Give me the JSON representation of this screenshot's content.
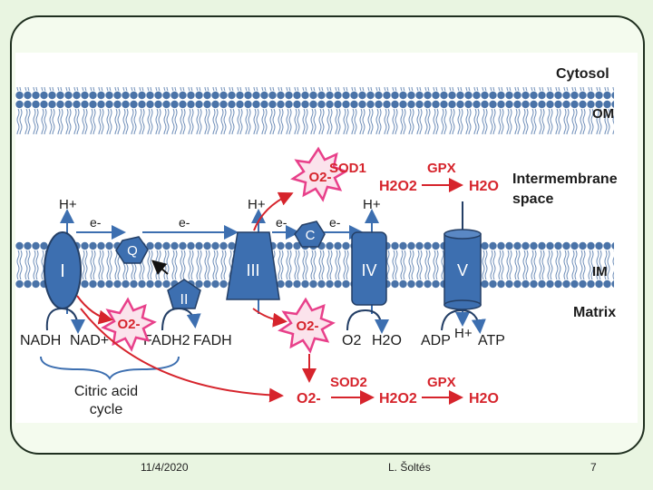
{
  "labels": {
    "cytosol": "Cytosol",
    "om": "OM",
    "im": "IM",
    "matrix": "Matrix",
    "intermembrane_line1": "Intermembrane",
    "intermembrane_line2": "space",
    "citric_line1": "Citric acid",
    "citric_line2": "cycle",
    "hplus": "H+",
    "eminus": "e-",
    "q": "Q",
    "c": "C",
    "complex_i": "I",
    "complex_ii": "II",
    "complex_iii": "III",
    "complex_iv": "IV",
    "complex_v": "V",
    "nadh": "NADH",
    "nad": "NAD+",
    "fadh2": "FADH2",
    "fadh": "FADH",
    "o2_iv": "O2",
    "h2o_iv": "H2O",
    "adp": "ADP",
    "atp": "ATP",
    "o2_radical": "O2-",
    "sod1": "SOD1",
    "sod2": "SOD2",
    "gpx": "GPX",
    "h2o2": "H2O2",
    "h2o": "H2O"
  },
  "footer": {
    "date": "11/4/2020",
    "author": "L. Šoltés",
    "page": "7"
  },
  "colors": {
    "protein": "#3d6fb0",
    "lipid_head": "#4a73a8",
    "radical_star": "#e8408a",
    "red_text": "#d6242c"
  }
}
